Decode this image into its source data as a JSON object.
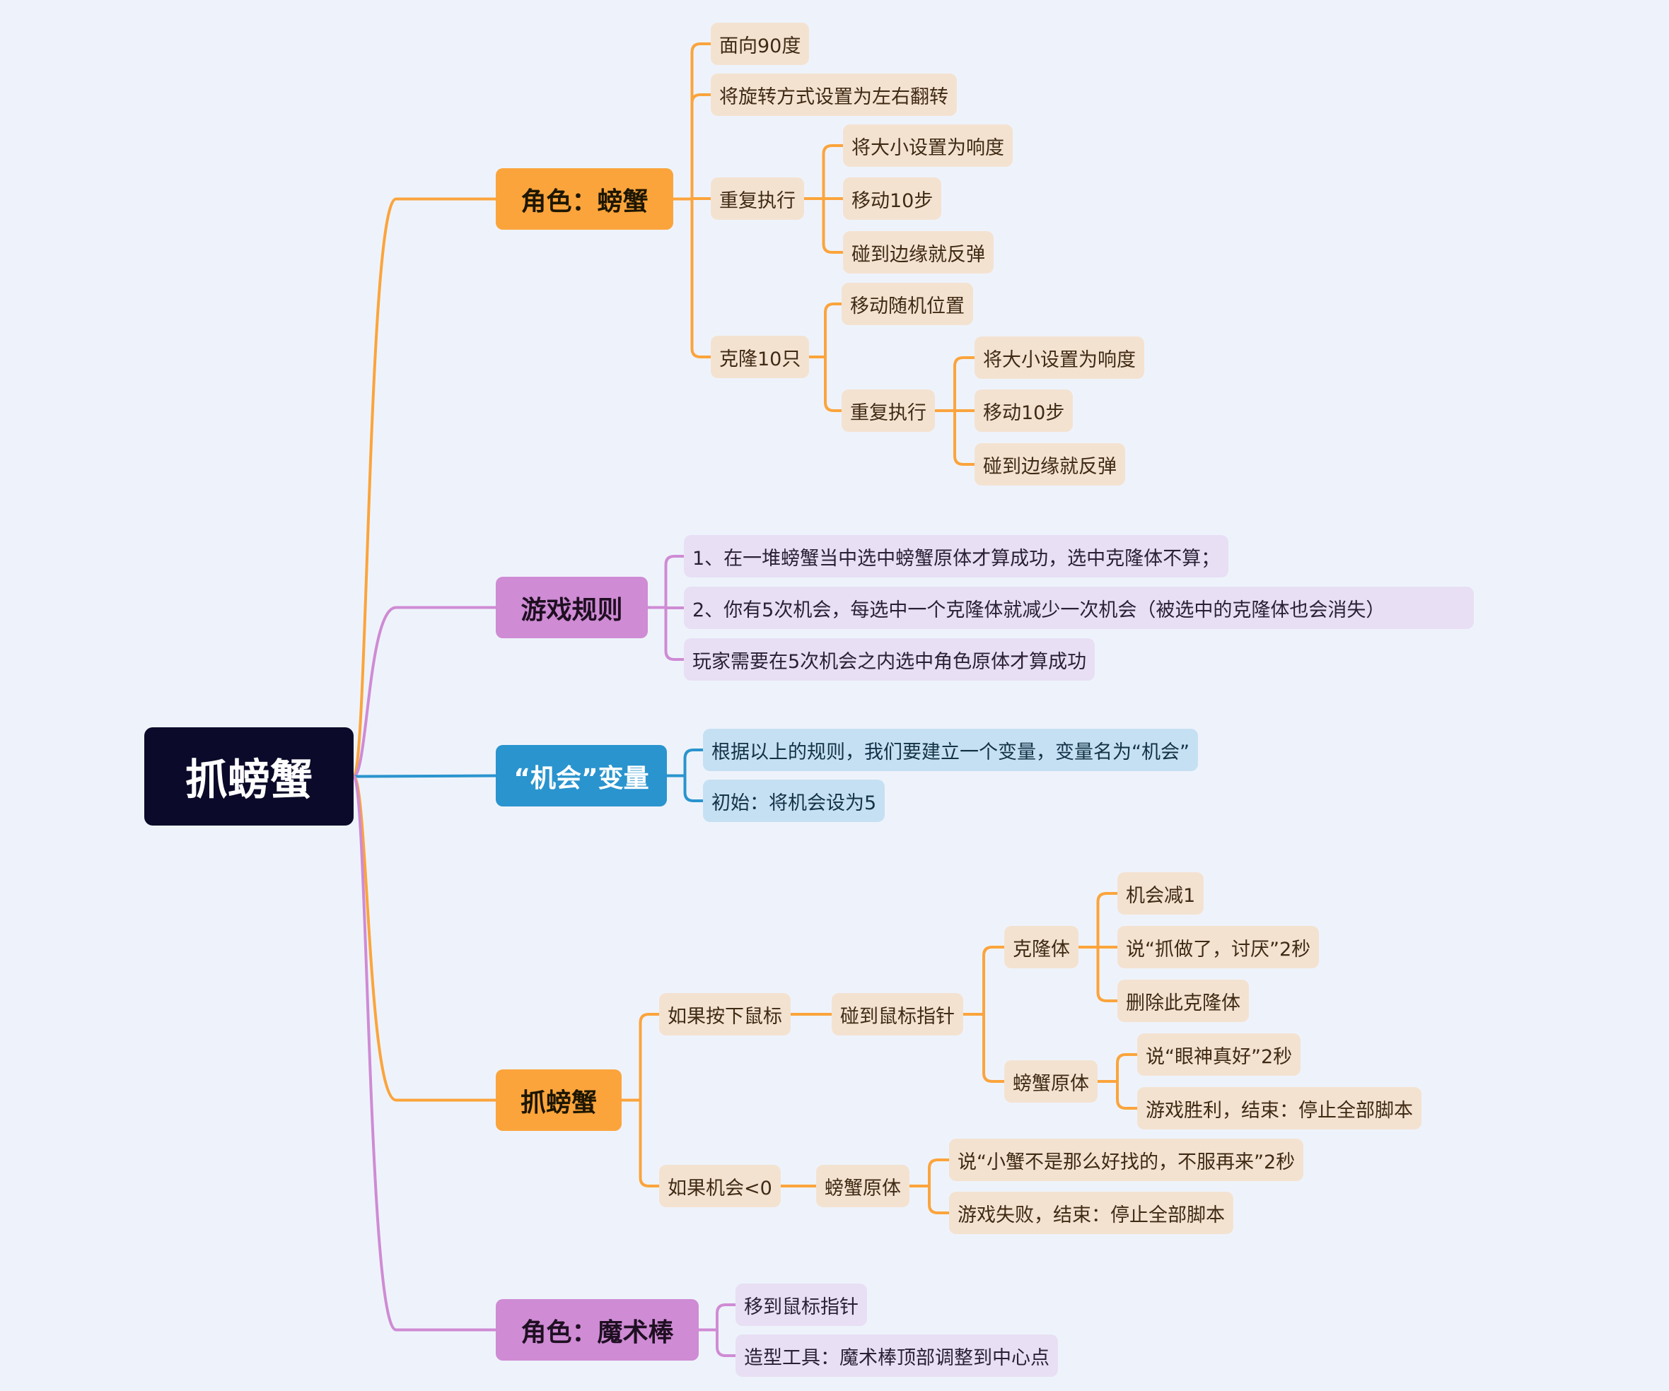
{
  "root": {
    "label": "抓螃蟹"
  },
  "colors": {
    "orange": "#fba43c",
    "purple": "#cf8bd4",
    "blue": "#2a94ce",
    "root_bg": "#0b0a2a",
    "background": "#eef3fb"
  },
  "branch1": {
    "title": "角色：螃蟹",
    "face_90": "面向90度",
    "rotation_lr": "将旋转方式设置为左右翻转",
    "repeat": "重复执行",
    "repeat_size": "将大小设置为响度",
    "repeat_move": "移动10步",
    "repeat_bounce": "碰到边缘就反弹",
    "clone10": "克隆10只",
    "clone_random": "移动随机位置",
    "clone_repeat": "重复执行",
    "clone_size": "将大小设置为响度",
    "clone_move": "移动10步",
    "clone_bounce": "碰到边缘就反弹"
  },
  "branch2": {
    "title": "游戏规则",
    "rule1": "1、在一堆螃蟹当中选中螃蟹原体才算成功，选中克隆体不算；",
    "rule2": "2、你有5次机会，每选中一个克隆体就减少一次机会（被选中的克隆体也会消失）",
    "rule3": "玩家需要在5次机会之内选中角色原体才算成功"
  },
  "branch3": {
    "title": "“机会”变量",
    "var_desc": "根据以上的规则，我们要建立一个变量，变量名为“机会”",
    "init": "初始：将机会设为5"
  },
  "branch4": {
    "title": "抓螃蟹",
    "if_mouse": "如果按下鼠标",
    "touch_mouse": "碰到鼠标指针",
    "clone": "克隆体",
    "chance_minus": "机会减1",
    "say_caught": "说“抓做了，讨厌”2秒",
    "delete_clone": "删除此克隆体",
    "original": "螃蟹原体",
    "say_good_eye": "说“眼神真好”2秒",
    "win": "游戏胜利，结束：停止全部脚本",
    "if_chance": "如果机会<0",
    "original2": "螃蟹原体",
    "say_hard": "说“小蟹不是那么好找的，不服再来”2秒",
    "lose": "游戏失败，结束：停止全部脚本"
  },
  "branch5": {
    "title": "角色：魔术棒",
    "move_mouse": "移到鼠标指针",
    "costume_tool": "造型工具：魔术棒顶部调整到中心点"
  }
}
